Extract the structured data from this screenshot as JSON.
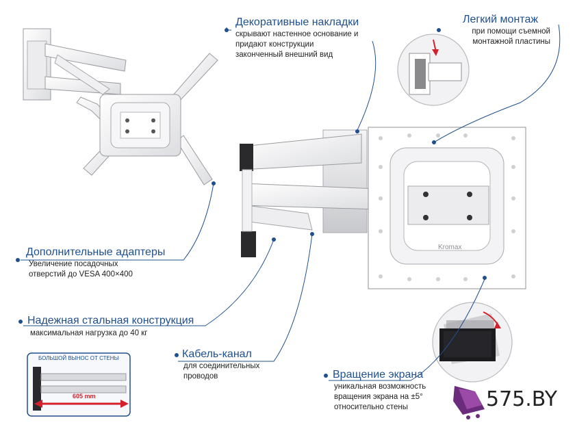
{
  "callouts": {
    "decor": {
      "title": "Декоративные накладки",
      "text": "скрывают настенное основание и\nпридают конструкции\nзаконченный внешний вид"
    },
    "mount": {
      "title": "Легкий монтаж",
      "text": "при помощи съемной\nмонтажной пластины"
    },
    "adapters": {
      "title": "Дополнительные адаптеры",
      "text": "Увеличение посадочных\nотверстий до VESA 400×400"
    },
    "steel": {
      "title": "Надежная стальная конструкция",
      "text": "максимальная нагрузка до 40 кг"
    },
    "cable": {
      "title": "Кабель-канал",
      "text": "для соединительных\nпроводов"
    },
    "rotation": {
      "title": "Вращение экрана",
      "text": "уникальная возможность\nвращения экрана на ±5°\nотносительно стены"
    }
  },
  "extension_box": {
    "label": "БОЛЬШОЙ ВЫНОС ОТ СТЕНЫ",
    "distance": "605 mm"
  },
  "plate_brand": "Kromax",
  "store_logo": {
    "text": "575.BY"
  },
  "colors": {
    "accent": "#1f4f8f",
    "arrow_red": "#d3202a",
    "logo_purple": "#6b2c7d"
  }
}
